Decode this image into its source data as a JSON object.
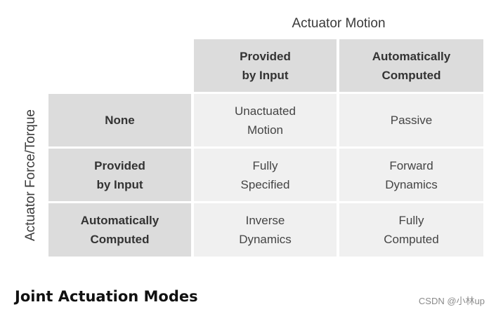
{
  "column_axis_title": "Actuator Motion",
  "row_axis_title": "Actuator Force/Torque",
  "columns": [
    "Provided\nby Input",
    "Automatically\nComputed"
  ],
  "rows": [
    {
      "label": "None",
      "cells": [
        "Unactuated\nMotion",
        "Passive"
      ]
    },
    {
      "label": "Provided\nby Input",
      "cells": [
        "Fully\nSpecified",
        "Forward\nDynamics"
      ]
    },
    {
      "label": "Automatically\nComputed",
      "cells": [
        "Inverse\nDynamics",
        "Fully\nComputed"
      ]
    }
  ],
  "footer_title": "Joint Actuation Modes",
  "watermark": "CSDN @小林up",
  "colors": {
    "header_bg": "#dcdcdc",
    "cell_bg": "#f0f0f0"
  }
}
